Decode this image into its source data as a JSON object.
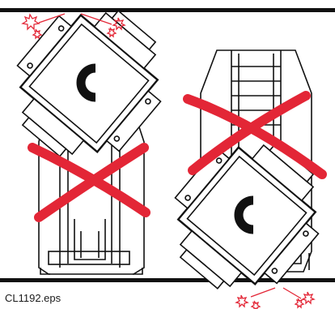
{
  "figure": {
    "filename": "CL1192.eps",
    "colors": {
      "ink": "#111111",
      "paper": "#ffffff",
      "cross": "#e32636",
      "impact": "#e32636"
    },
    "panels": [
      {
        "id": "left",
        "cargo_position": "top",
        "status": "incorrect"
      },
      {
        "id": "right",
        "cargo_position": "bottom",
        "status": "incorrect"
      }
    ],
    "icons": {
      "cross": "red-x-icon",
      "impact": "impact-star-icon",
      "clamp": "c-clamp-symbol-icon"
    }
  }
}
